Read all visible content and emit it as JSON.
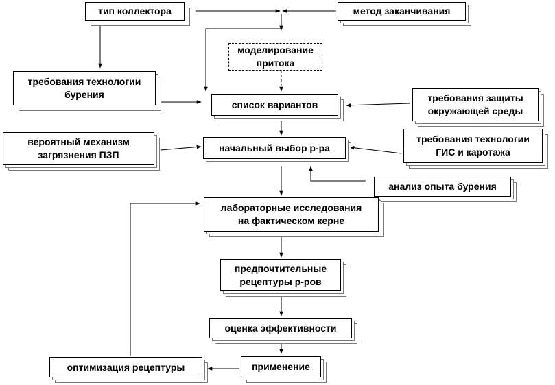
{
  "diagram": {
    "nodes": {
      "collector_type": "тип коллектора",
      "completion_method": "метод заканчивания",
      "inflow_modeling": "моделирование\nпритока",
      "drilling_tech_requirements": "требования технологии\nбурения",
      "options_list": "список вариантов",
      "environment_requirements": "требования защиты\nокружающей среды",
      "gis_logging_requirements": "требования технологии\nГИС и каротажа",
      "contamination_mechanism": "вероятный механизм\nзагрязнения ПЗП",
      "initial_fluid_choice": "начальный выбор р-ра",
      "drilling_experience": "анализ опыта бурения",
      "core_lab_studies": "лабораторные исследования\nна фактическом керне",
      "preferred_recipes": "предпочтительные\nрецептуры р-ров",
      "efficiency_assessment": "оценка эффективности",
      "application": "применение",
      "recipe_optimization": "оптимизация рецептуры"
    },
    "colors": {
      "line": "#000000",
      "shadow": "#7a7a7a",
      "background": "#ffffff"
    }
  }
}
